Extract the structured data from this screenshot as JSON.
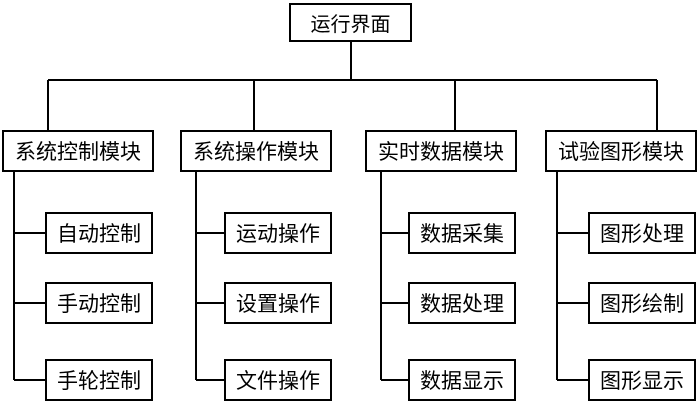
{
  "root": {
    "label": "运行界面"
  },
  "modules": [
    {
      "label": "系统控制模块",
      "children": [
        "自动控制",
        "手动控制",
        "手轮控制"
      ]
    },
    {
      "label": "系统操作模块",
      "children": [
        "运动操作",
        "设置操作",
        "文件操作"
      ]
    },
    {
      "label": "实时数据模块",
      "children": [
        "数据采集",
        "数据处理",
        "数据显示"
      ]
    },
    {
      "label": "试验图形模块",
      "children": [
        "图形处理",
        "图形绘制",
        "图形显示"
      ]
    }
  ],
  "colors": {
    "line": "#000000",
    "background": "#ffffff"
  }
}
